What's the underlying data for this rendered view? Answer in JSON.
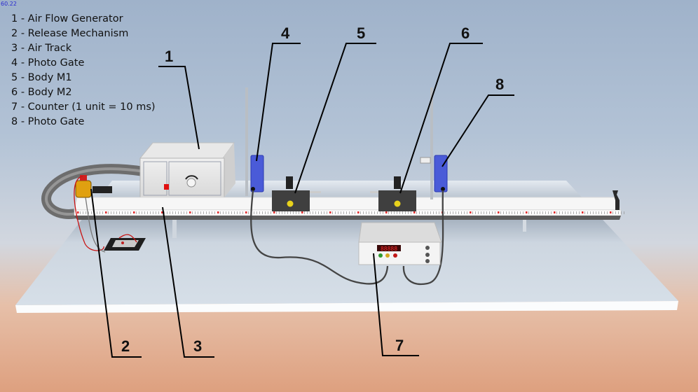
{
  "fps_readout": "60.22",
  "legend": {
    "items": [
      {
        "id": "1",
        "label": "1 - Air Flow Generator"
      },
      {
        "id": "2",
        "label": "2 - Release Mechanism"
      },
      {
        "id": "3",
        "label": "3 - Air Track"
      },
      {
        "id": "4",
        "label": "4 - Photo Gate"
      },
      {
        "id": "5",
        "label": "5 - Body M1"
      },
      {
        "id": "6",
        "label": "6 - Body M2"
      },
      {
        "id": "7",
        "label": "7 - Counter (1 unit = 10 ms)"
      },
      {
        "id": "8",
        "label": "8 - Photo Gate"
      }
    ]
  },
  "callouts": [
    "1",
    "2",
    "3",
    "4",
    "5",
    "6",
    "7",
    "8"
  ],
  "counter_display": "88888",
  "colors": {
    "photo_gate": "#4a5bd8",
    "body": "#3f3f3f",
    "marker": "#e8d21c",
    "led": "#d21e1e",
    "release_mechanism": "#e0a010"
  }
}
